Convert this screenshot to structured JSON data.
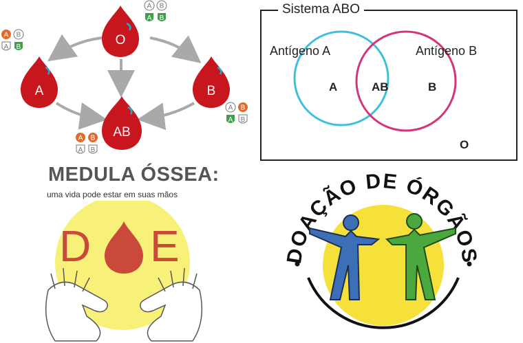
{
  "blood_diagram": {
    "nodes": [
      {
        "id": "O",
        "label": "O",
        "badges": [
          {
            "letter": "A",
            "filled": false
          },
          {
            "letter": "B",
            "filled": false
          },
          {
            "letter": "A",
            "filled": true,
            "color": "#3aa34a"
          },
          {
            "letter": "B",
            "filled": true,
            "color": "#3aa34a"
          }
        ]
      },
      {
        "id": "A",
        "label": "A",
        "badges": [
          {
            "letter": "A",
            "filled": true,
            "color": "#e06a2c"
          },
          {
            "letter": "B",
            "filled": false
          },
          {
            "letter": "A",
            "filled": false
          },
          {
            "letter": "B",
            "filled": true,
            "color": "#3aa34a"
          }
        ]
      },
      {
        "id": "B",
        "label": "B",
        "badges": [
          {
            "letter": "A",
            "filled": false
          },
          {
            "letter": "B",
            "filled": true,
            "color": "#e06a2c"
          },
          {
            "letter": "A",
            "filled": true,
            "color": "#3aa34a"
          },
          {
            "letter": "B",
            "filled": false
          }
        ]
      },
      {
        "id": "AB",
        "label": "AB",
        "badges": [
          {
            "letter": "A",
            "filled": true,
            "color": "#e06a2c"
          },
          {
            "letter": "B",
            "filled": true,
            "color": "#e06a2c"
          },
          {
            "letter": "A",
            "filled": false
          },
          {
            "letter": "B",
            "filled": false
          }
        ]
      }
    ],
    "colors": {
      "drop": "#c8161e",
      "arrow": "#a9a9a9",
      "swirl": "#2aa9c9"
    }
  },
  "venn": {
    "title": "Sistema ABO",
    "left_label": "Antígeno A",
    "right_label": "Antígeno B",
    "region_a": "A",
    "region_ab": "AB",
    "region_b": "B",
    "region_o": "O",
    "colors": {
      "left_circle": "#3ec0d9",
      "right_circle": "#d3347a"
    }
  },
  "medula": {
    "title": "MEDULA ÓSSEA:",
    "subtitle": "uma vida pode estar em suas mãos",
    "doe_left": "D",
    "doe_right": "E",
    "colors": {
      "accent": "#c94a3a",
      "sun": "#f7ef6a"
    }
  },
  "organ_donation": {
    "title": "DOAÇÃO DE ÓRGÃOS",
    "colors": {
      "left_figure": "#3d6fb6",
      "right_figure": "#4aa83f",
      "sun": "#f5e13a"
    }
  }
}
